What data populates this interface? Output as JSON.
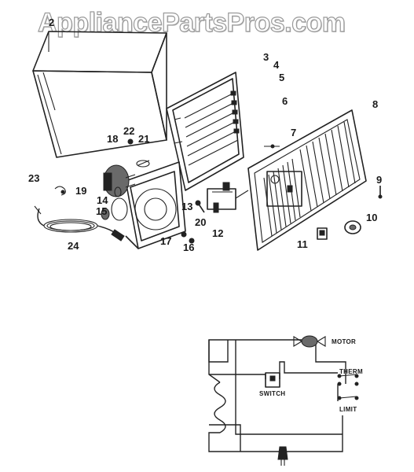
{
  "watermark": "AppliancePartsPros.com",
  "callouts": [
    "2",
    "3",
    "4",
    "5",
    "6",
    "7",
    "8",
    "9",
    "10",
    "11",
    "12",
    "13",
    "14",
    "15",
    "16",
    "17",
    "18",
    "19",
    "20",
    "21",
    "22",
    "23",
    "24"
  ],
  "wiring": {
    "motor": "MOTOR",
    "switch": "SWITCH",
    "therm": "THERM",
    "limit": "LIMIT"
  }
}
